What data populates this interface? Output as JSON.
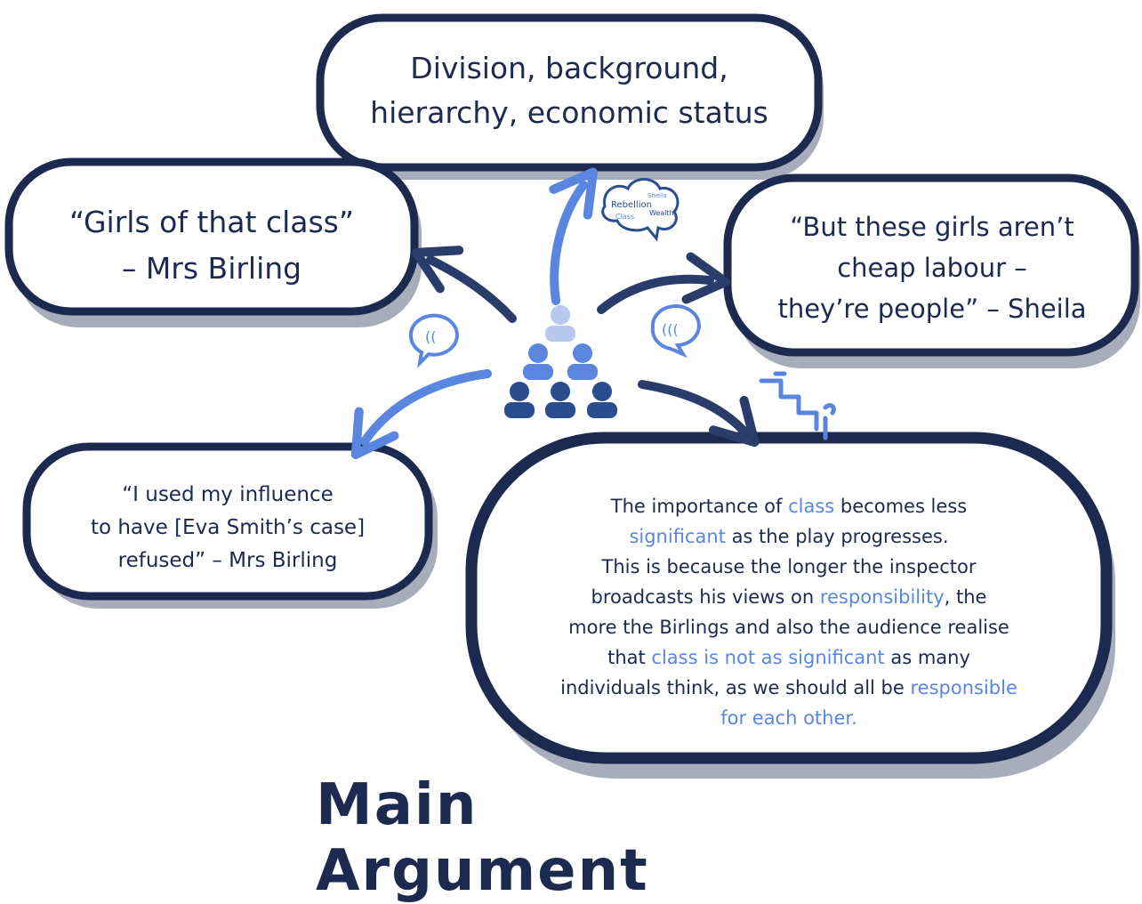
{
  "title": "Main Argument",
  "colors": {
    "ink": "#1b2a4e",
    "accent": "#5a86e0",
    "light": "#b8c8ee",
    "shadow": "#a7adbb"
  },
  "nodes": {
    "top": {
      "line1": "Division, background,",
      "line2": "hierarchy, economic status"
    },
    "left_quote": {
      "line1": "“Girls of that class”",
      "line2": "– Mrs Birling"
    },
    "right_quote": {
      "line1": "“But these girls aren’t",
      "line2": "cheap labour –",
      "line3": "they’re people” – Sheila"
    },
    "bottom_left_quote": {
      "line1": "“I used my influence",
      "line2": "to have [Eva Smith’s case]",
      "line3": "refused” – Mrs Birling"
    }
  },
  "main_argument": {
    "s1a": "The importance of ",
    "s1b": "class",
    "s1c": " becomes less",
    "s2a": "significant",
    "s2b": " as the play progresses.",
    "s3": "This is because  the longer the inspector",
    "s4a": "broadcasts his views on ",
    "s4b": "responsibility",
    "s4c": ", the",
    "s5": "more the Birlings and also the audience realise",
    "s6a": "that ",
    "s6b": "class is not as significant",
    "s6c": " as many",
    "s7a": "individuals think, as we should all be ",
    "s7b": "responsible",
    "s8": "for each other."
  },
  "icons": [
    "people-hierarchy-icon",
    "speech-bubble-icon",
    "word-cloud-icon",
    "stairs-icon",
    "arrow-icon"
  ],
  "word_cloud": {
    "w1": "Rebellion",
    "w2": "Sheila",
    "w3": "Class",
    "w4": "Wealth"
  }
}
